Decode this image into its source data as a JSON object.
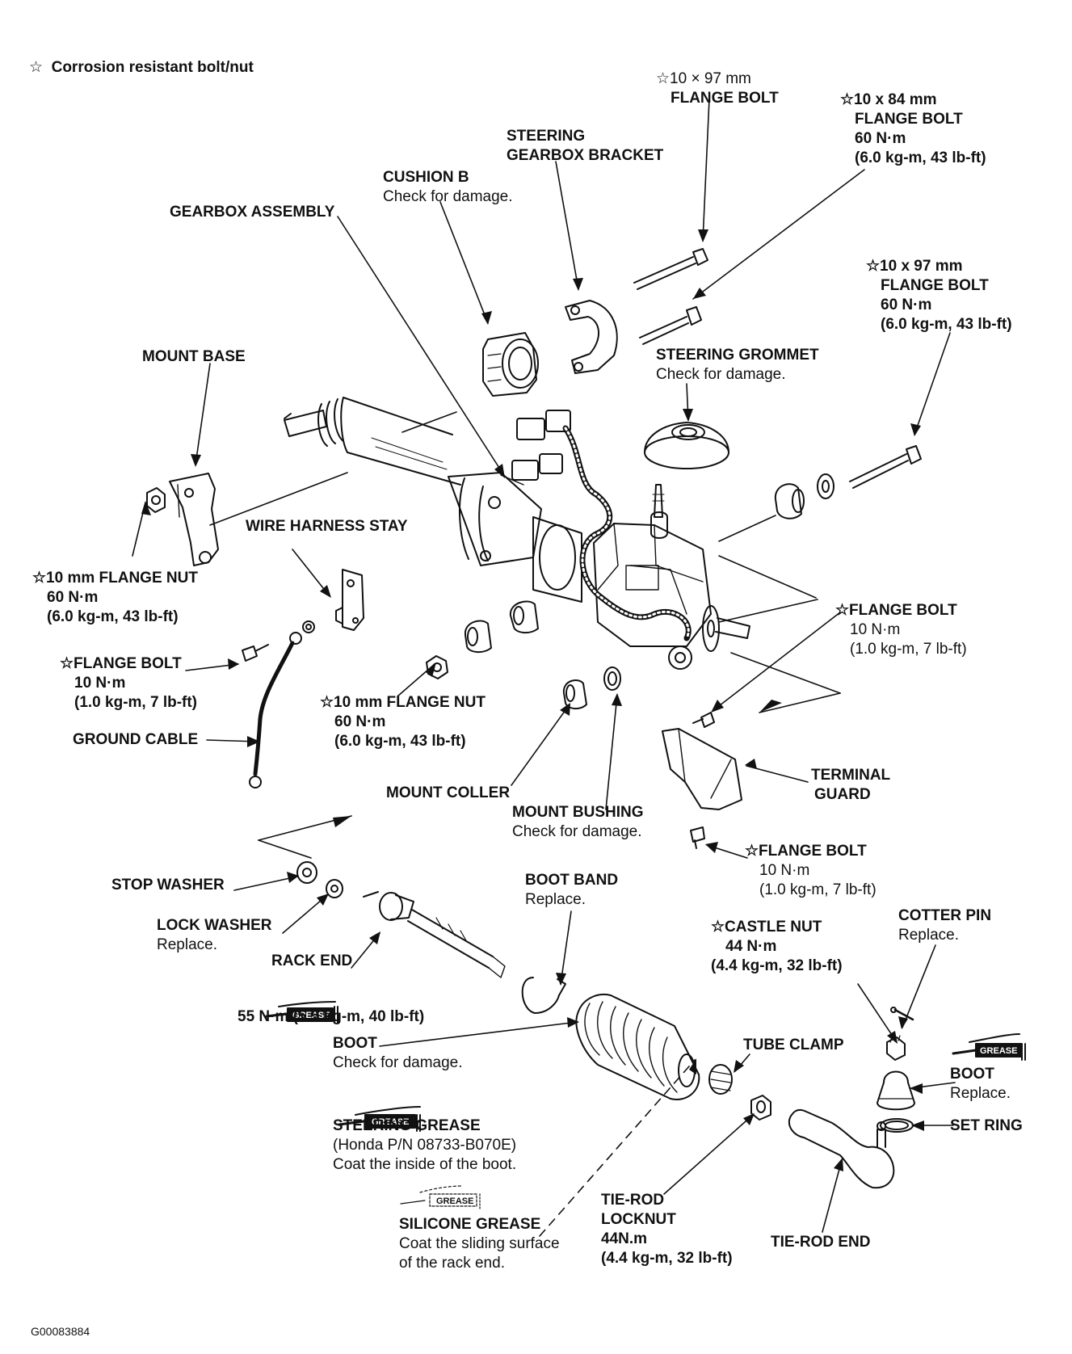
{
  "legend": {
    "star_symbol": "☆",
    "text": "Corrosion resistant bolt/nut"
  },
  "labels": {
    "flange_bolt_97_top": {
      "line1": "☆10 × 97 mm",
      "line2": "FLANGE BOLT"
    },
    "flange_bolt_84": {
      "line1": "☆10 x 84 mm",
      "line2": "FLANGE BOLT",
      "line3": "60 N·m",
      "line4": "(6.0 kg-m, 43 lb-ft)"
    },
    "steering_gearbox_bracket": {
      "line1": "STEERING",
      "line2": "GEARBOX BRACKET"
    },
    "cushion_b": {
      "line1": "CUSHION B",
      "line2": "Check for damage."
    },
    "gearbox_assembly": {
      "line1": "GEARBOX ASSEMBLY"
    },
    "flange_bolt_97_right": {
      "line1": "☆10 x 97 mm",
      "line2": "FLANGE BOLT",
      "line3": "60 N·m",
      "line4": "(6.0 kg-m, 43 lb-ft)"
    },
    "mount_base": {
      "line1": "MOUNT BASE"
    },
    "steering_grommet": {
      "line1": "STEERING GROMMET",
      "line2": "Check for damage."
    },
    "wire_harness_stay": {
      "line1": "WIRE HARNESS STAY"
    },
    "flange_nut_10_left": {
      "line1": "☆10 mm FLANGE NUT",
      "line2": "60 N·m",
      "line3": "(6.0 kg-m, 43 lb-ft)"
    },
    "flange_bolt_left": {
      "line1": "☆FLANGE BOLT",
      "line2": "10 N·m",
      "line3": "(1.0 kg-m, 7 lb-ft)"
    },
    "flange_bolt_right": {
      "line1": "☆FLANGE BOLT",
      "line2": "10 N·m",
      "line3": "(1.0 kg-m, 7 lb-ft)"
    },
    "flange_nut_10_center": {
      "line1": "☆10 mm FLANGE NUT",
      "line2": "60 N·m",
      "line3": "(6.0 kg-m, 43 lb-ft)"
    },
    "ground_cable": {
      "line1": "GROUND CABLE"
    },
    "terminal_guard": {
      "line1": "TERMINAL",
      "line2": "GUARD"
    },
    "mount_coller": {
      "line1": "MOUNT COLLER"
    },
    "mount_bushing": {
      "line1": "MOUNT BUSHING",
      "line2": "Check for damage."
    },
    "flange_bolt_lower": {
      "line1": "☆FLANGE BOLT",
      "line2": "10 N·m",
      "line3": "(1.0 kg-m, 7 lb-ft)"
    },
    "stop_washer": {
      "line1": "STOP WASHER"
    },
    "boot_band": {
      "line1": "BOOT BAND",
      "line2": "Replace."
    },
    "cotter_pin": {
      "line1": "COTTER PIN",
      "line2": "Replace."
    },
    "lock_washer": {
      "line1": "LOCK WASHER",
      "line2": "Replace."
    },
    "castle_nut": {
      "line1": "☆CASTLE NUT",
      "line2": "44 N·m",
      "line3": "(4.4 kg-m, 32 lb-ft)"
    },
    "rack_end": {
      "line1": "RACK END"
    },
    "rack_end_torque": {
      "line1": "55 N·m (5.5 kg-m, 40 lb-ft)"
    },
    "boot_main": {
      "line1": "BOOT",
      "line2": "Check for damage."
    },
    "tube_clamp": {
      "line1": "TUBE CLAMP"
    },
    "boot_small": {
      "line1": "BOOT",
      "line2": "Replace."
    },
    "set_ring": {
      "line1": "SET RING"
    },
    "steering_grease": {
      "line1": "STEERING GREASE",
      "line2": "(Honda P/N 08733-B070E)",
      "line3": "Coat the inside of the boot."
    },
    "silicone_grease": {
      "line1": "SILICONE GREASE",
      "line2": "Coat the sliding surface",
      "line3": "of the rack end."
    },
    "tie_rod_locknut": {
      "line1": "TIE-ROD",
      "line2": "LOCKNUT",
      "line3": "44N.m",
      "line4": "(4.4 kg-m, 32 lb-ft)"
    },
    "tie_rod_end": {
      "line1": "TIE-ROD END"
    }
  },
  "grease_tag": "GREASE",
  "figure_id": "G00083884"
}
